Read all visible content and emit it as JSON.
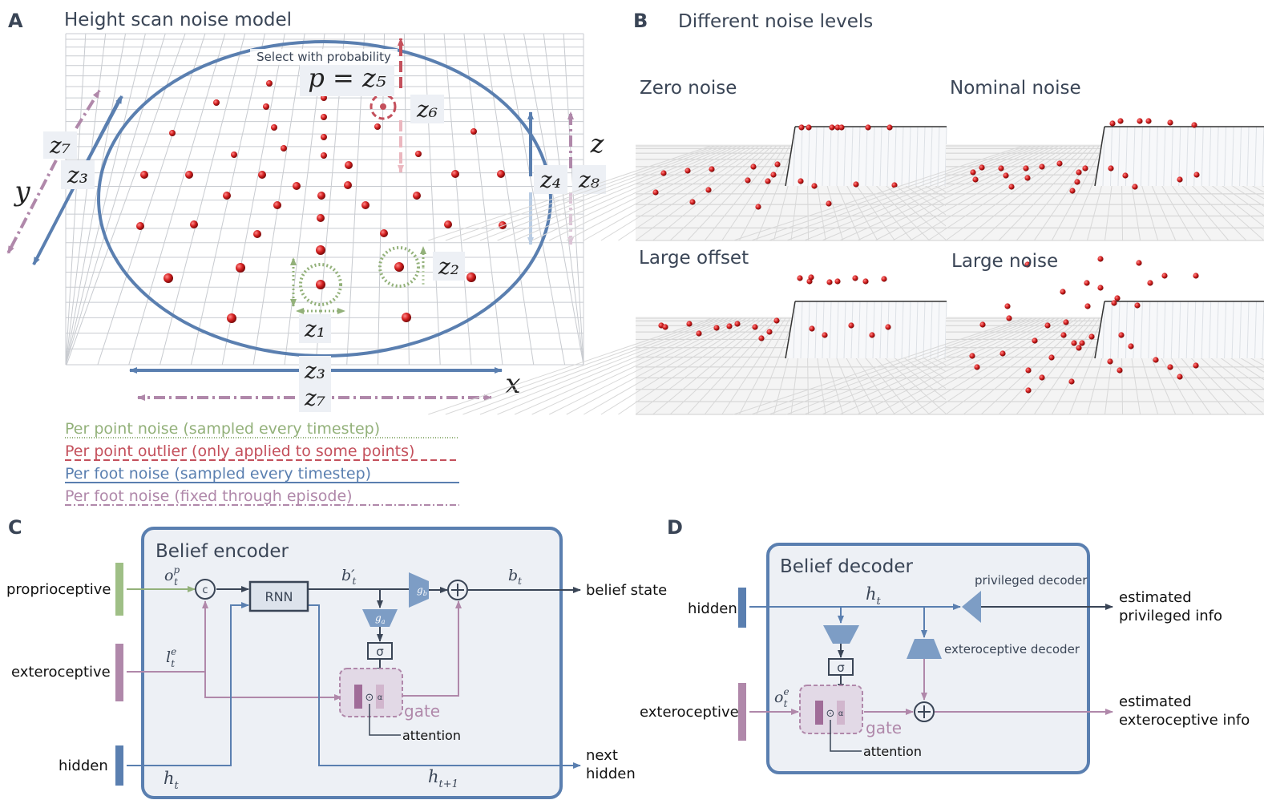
{
  "panel_a": {
    "letter": "A",
    "title": "Height scan noise model",
    "select_text": "Select with probability",
    "p_label": "p = z₅",
    "axis_labels": {
      "x": "x",
      "y": "y",
      "z": "z"
    },
    "noise_vars": {
      "z1": "z₁",
      "z2": "z₂",
      "z3": "z₃",
      "z4": "z₄",
      "z5": "z₅",
      "z6": "z₆",
      "z7": "z₇",
      "z8": "z₈"
    },
    "legend": [
      {
        "text": "Per point noise (sampled every timestep)",
        "color": "#93b17a",
        "style": "dotted"
      },
      {
        "text": "Per point outlier (only applied to some points)",
        "color": "#c4505c",
        "style": "dashed"
      },
      {
        "text": "Per foot noise (sampled every timestep)",
        "color": "#5a7fb0",
        "style": "solid"
      },
      {
        "text": "Per foot noise (fixed through episode)",
        "color": "#b088aa",
        "style": "dashdot"
      }
    ]
  },
  "panel_b": {
    "letter": "B",
    "title": "Different noise levels",
    "subplots": [
      "Zero noise",
      "Nominal noise",
      "Large offset",
      "Large noise"
    ]
  },
  "panel_c": {
    "letter": "C",
    "box_title": "Belief encoder",
    "inputs": [
      "proprioceptive",
      "exteroceptive",
      "hidden"
    ],
    "rnn": "RNN",
    "concat": "c",
    "sigma": "σ",
    "gate": "gate",
    "attention": "attention",
    "output_belief": "belief state",
    "output_hidden_1": "next",
    "output_hidden_2": "hidden",
    "math": {
      "o": "o",
      "o_sup": "p",
      "o_sub": "t",
      "l": "l",
      "l_sup": "e",
      "l_sub": "t",
      "bprime": "b′",
      "bprime_sub": "t",
      "b": "b",
      "b_sub": "t",
      "h": "h",
      "h_sub": "t",
      "h_next": "h",
      "h_next_sub": "t+1",
      "gb": "g",
      "gb_sub": "b",
      "ga": "g",
      "ga_sub": "a",
      "odot": "⊙",
      "alpha": "α"
    }
  },
  "panel_d": {
    "letter": "D",
    "box_title": "Belief decoder",
    "inputs": [
      "hidden",
      "exteroceptive"
    ],
    "privileged_decoder": "privileged decoder",
    "exteroceptive_decoder": "exteroceptive decoder",
    "sigma": "σ",
    "gate": "gate",
    "attention": "attention",
    "out1_a": "estimated",
    "out1_b": "privileged info",
    "out2_a": "estimated",
    "out2_b": "exteroceptive info",
    "math": {
      "h": "h",
      "h_sub": "t",
      "o": "o",
      "o_sup": "e",
      "o_sub": "t",
      "odot": "⊙",
      "alpha": "α"
    }
  },
  "colors": {
    "blue": "#5a7fb0",
    "pink": "#b088aa",
    "green": "#93b17a",
    "red": "#c4505c",
    "dark": "#3a4556",
    "box_fill": "#edf0f5"
  }
}
